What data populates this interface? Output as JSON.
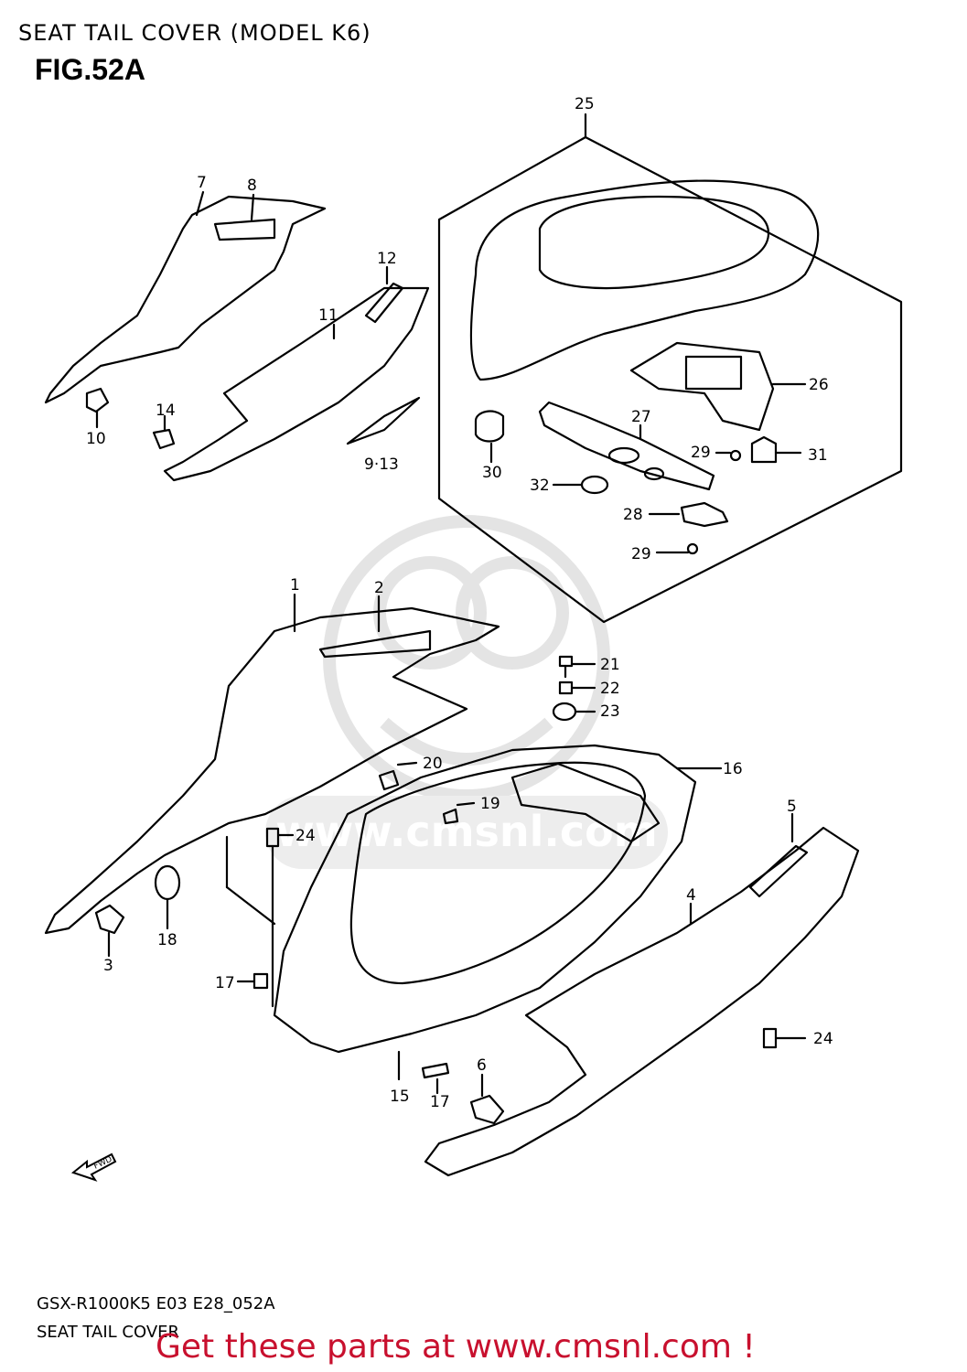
{
  "header": {
    "title": "SEAT TAIL COVER (MODEL K6)",
    "figure": "FIG.52A"
  },
  "callouts": {
    "n1": "1",
    "n2": "2",
    "n3": "3",
    "n4": "4",
    "n5": "5",
    "n6": "6",
    "n7": "7",
    "n8": "8",
    "n9_13": "9·13",
    "n10": "10",
    "n11": "11",
    "n12": "12",
    "n14": "14",
    "n15": "15",
    "n16": "16",
    "n17a": "17",
    "n17b": "17",
    "n18": "18",
    "n19": "19",
    "n20": "20",
    "n21": "21",
    "n22": "22",
    "n23": "23",
    "n24a": "24",
    "n24b": "24",
    "n25": "25",
    "n26": "26",
    "n27": "27",
    "n28": "28",
    "n29a": "29",
    "n29b": "29",
    "n30": "30",
    "n31": "31",
    "n32": "32"
  },
  "fwd_label": "FWD",
  "footer": {
    "code": "GSX-R1000K5 E03 E28_052A",
    "description": "SEAT TAIL COVER",
    "cta": "Get these parts at www.cmsnl.com !"
  },
  "colors": {
    "line": "#000000",
    "cta": "#c8102e",
    "watermark": "#e6e6e6"
  },
  "icons": {
    "direction": "fwd-arrow-icon",
    "watermark": "cmsnl-logo"
  }
}
